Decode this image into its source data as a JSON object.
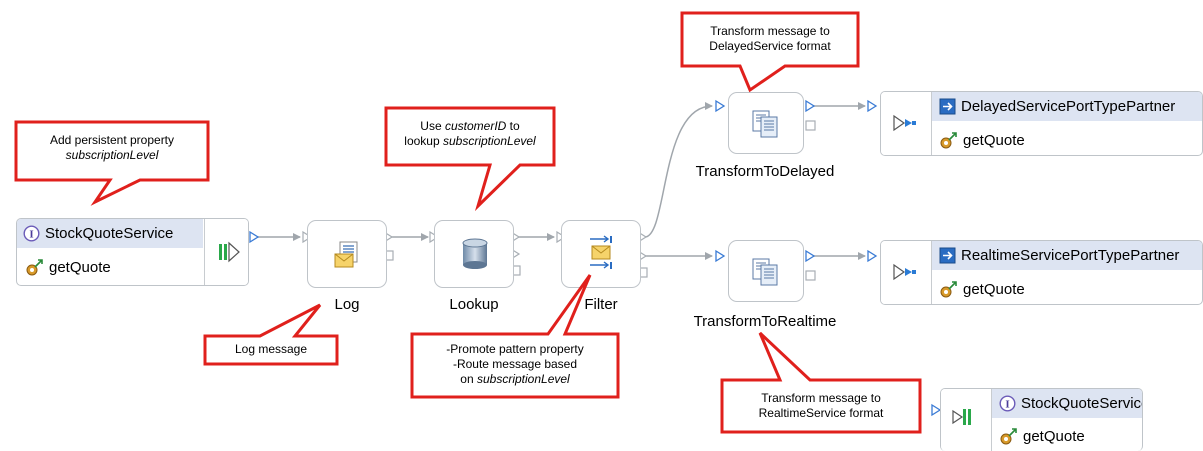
{
  "export_node": {
    "name": "StockQuoteService",
    "operation": "getQuote"
  },
  "import_delayed": {
    "name": "DelayedServicePortTypePartner",
    "operation": "getQuote"
  },
  "import_realtime": {
    "name": "RealtimeServicePortTypePartner",
    "operation": "getQuote"
  },
  "callout_node": {
    "name": "StockQuoteService",
    "operation": "getQuote"
  },
  "primitives": {
    "log": "Log",
    "lookup": "Lookup",
    "filter": "Filter",
    "transform_delayed": "TransformToDelayed",
    "transform_realtime": "TransformToRealtime"
  },
  "callouts": {
    "add_property": {
      "line1": "Add persistent property",
      "line2": "subscriptionLevel"
    },
    "use_customer": {
      "line1_pre": "Use ",
      "line1_em": "customerID",
      "line1_post": " to",
      "line2_pre": "lookup ",
      "line2_em": "subscriptionLevel"
    },
    "log_message": {
      "line1": "Log message"
    },
    "promote": {
      "line1": "-Promote pattern property",
      "line2": "-Route message based",
      "line3_pre": "on ",
      "line3_em": "subscriptionLevel"
    },
    "delayed_format": {
      "line1": "Transform message to",
      "line2": "DelayedService format"
    },
    "realtime_format": {
      "line1": "Transform message to",
      "line2": "RealtimeService format"
    }
  },
  "colors": {
    "callout_border": "#e0201c",
    "wire": "#a0a6ac",
    "header_bg": "#dde4f2",
    "terminal": "#3a7bd5"
  }
}
